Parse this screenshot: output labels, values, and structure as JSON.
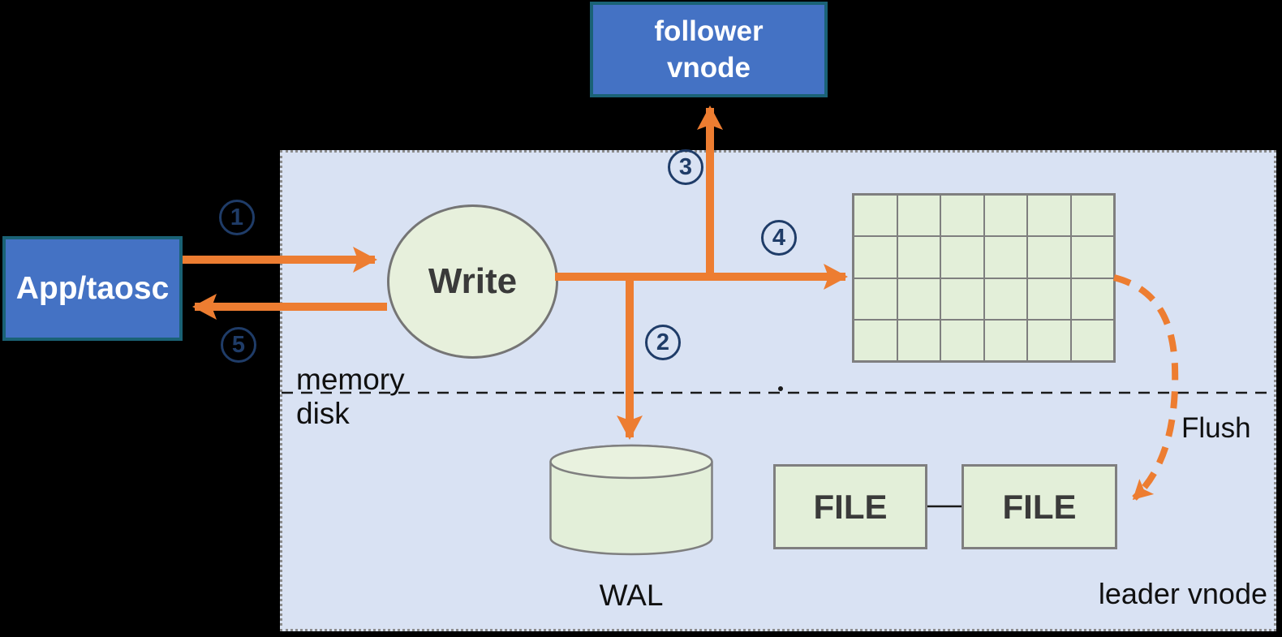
{
  "nodes": {
    "follower_vnode": "follower\nvnode",
    "app_taosc": "App/taosc",
    "write": "Write",
    "wal": "WAL",
    "file_left": "FILE",
    "file_right": "FILE"
  },
  "region_labels": {
    "memory": "memory",
    "disk": "disk",
    "flush": "Flush",
    "leader_vnode": "leader vnode"
  },
  "steps": [
    "1",
    "2",
    "3",
    "4",
    "5"
  ],
  "grid": {
    "rows": 4,
    "cols": 6
  },
  "colors": {
    "background": "#000000",
    "arrow_orange": "#ED7D31",
    "node_blue": "#4472C4",
    "node_border_teal": "#1A6276",
    "panel_lavender": "#D9E2F3",
    "shape_green": "#E3EFD9",
    "shape_border_gray": "#7F7F7F",
    "step_navy": "#1F3C68",
    "text_dark": "#3A3A3A"
  }
}
